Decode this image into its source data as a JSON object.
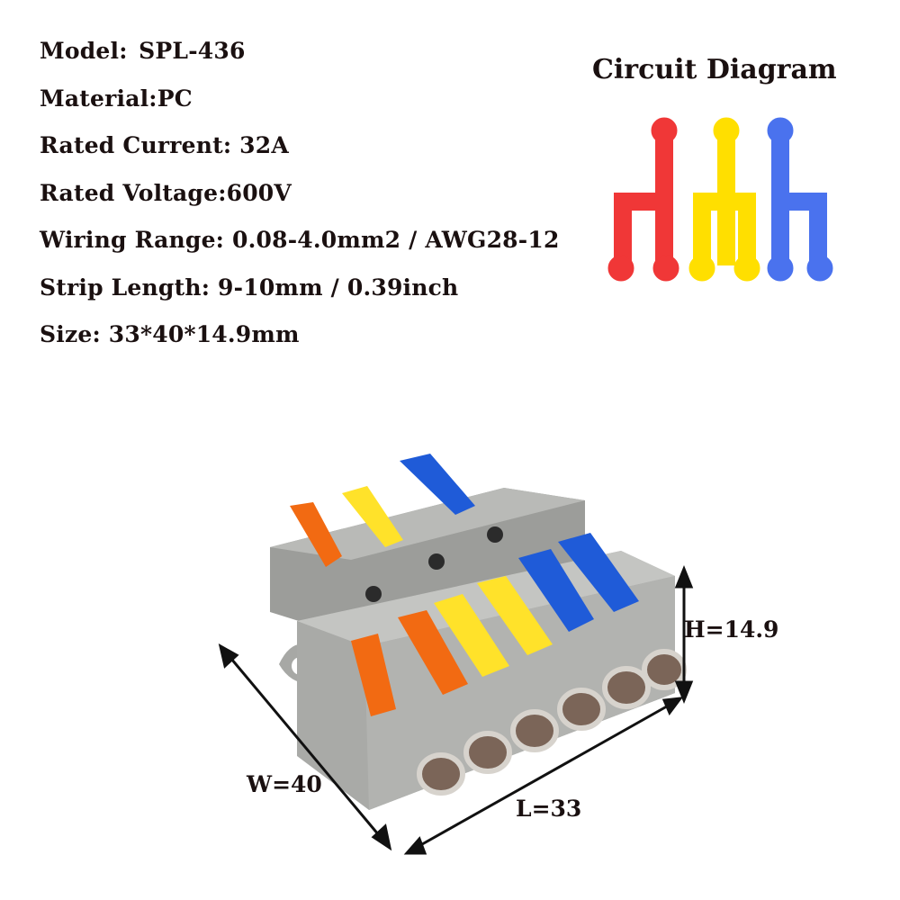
{
  "specs": {
    "model": {
      "label": "Model:",
      "value": "SPL-436"
    },
    "material": "Material:PC",
    "current": "Rated Current: 32A",
    "voltage": "Rated Voltage:600V",
    "wiring": "Wiring Range: 0.08-4.0mm2 / AWG28-12",
    "strip": "Strip Length: 9-10mm / 0.39inch",
    "size": "Size: 33*40*14.9mm"
  },
  "diagram": {
    "title": "Circuit Diagram",
    "colors": {
      "red": "#f03737",
      "yellow": "#ffdf00",
      "blue": "#4a72ee"
    }
  },
  "dimensions": {
    "height": "H=14.9",
    "width": "W=40",
    "length": "L=33"
  },
  "lever_colors": {
    "orange": "#f26a12",
    "yellow": "#ffe22a",
    "blue": "#1f5bd8"
  }
}
